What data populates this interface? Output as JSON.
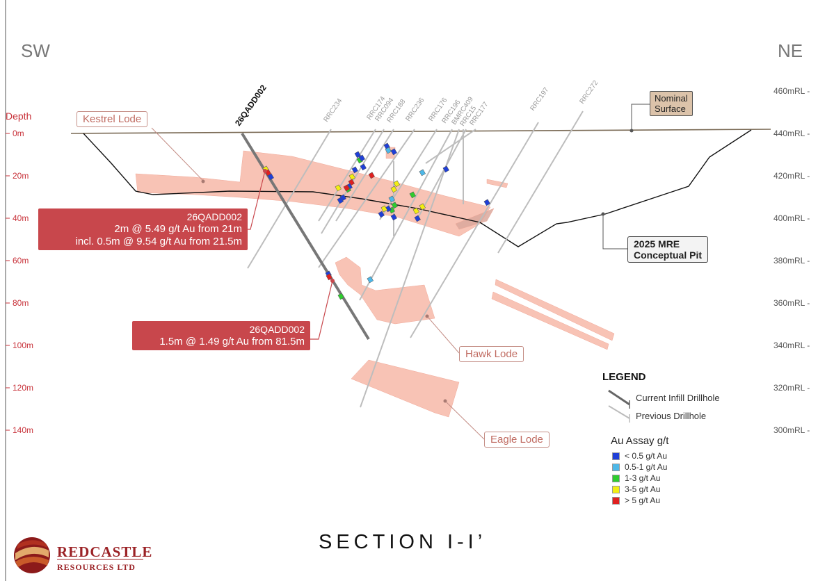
{
  "orientation": {
    "left": "SW",
    "right": "NE"
  },
  "depth_axis": {
    "title": "Depth",
    "ticks": [
      "0m",
      "20m",
      "40m",
      "60m",
      "80m",
      "100m",
      "120m",
      "140m"
    ]
  },
  "rl_axis": {
    "ticks": [
      "460mRL -",
      "440mRL -",
      "420mRL -",
      "400mRL -",
      "380mRL -",
      "360mRL -",
      "340mRL -",
      "320mRL -",
      "300mRL -"
    ]
  },
  "drillholes": {
    "current": "26QADD002",
    "previous": [
      "RRC234",
      "RRC174",
      "RRC094",
      "RRC188",
      "RRC236",
      "RRC176",
      "RRC196",
      "BMRC409",
      "RRC15",
      "RRC177",
      "RRC197",
      "RRC272"
    ]
  },
  "lodes": {
    "kestrel": "Kestrel Lode",
    "hawk": "Hawk Lode",
    "eagle": "Eagle Lode"
  },
  "surface_label": {
    "line1": "Nominal",
    "line2": "Surface"
  },
  "pit_label": {
    "line1": "2025 MRE",
    "line2": "Conceptual Pit"
  },
  "callouts": [
    {
      "hole": "26QADD002",
      "line1": "2m @ 5.49 g/t Au from 21m",
      "line2": "incl. 0.5m @ 9.54 g/t Au from 21.5m"
    },
    {
      "hole": "26QADD002",
      "line1": "1.5m @ 1.49 g/t Au from 81.5m"
    }
  ],
  "legend": {
    "title": "LEGEND",
    "current": "Current Infill Drillhole",
    "previous": "Previous Drillhole",
    "assay_title": "Au Assay g/t",
    "assay_classes": [
      {
        "label": "< 0.5 g/t Au",
        "color": "#1f3fd8"
      },
      {
        "label": "0.5-1 g/t Au",
        "color": "#4db8e8"
      },
      {
        "label": "1-3 g/t Au",
        "color": "#2ecc2e"
      },
      {
        "label": "3-5 g/t Au",
        "color": "#f2ee12"
      },
      {
        "label": "> 5 g/t Au",
        "color": "#e02020"
      }
    ]
  },
  "title": "SECTION I-I’",
  "company": {
    "name": "REDCASTLE",
    "sub": "RESOURCES LTD"
  },
  "colors": {
    "lode": "#f6b9ab",
    "callout": "#c8474c",
    "ore_red": "#c0504d"
  }
}
